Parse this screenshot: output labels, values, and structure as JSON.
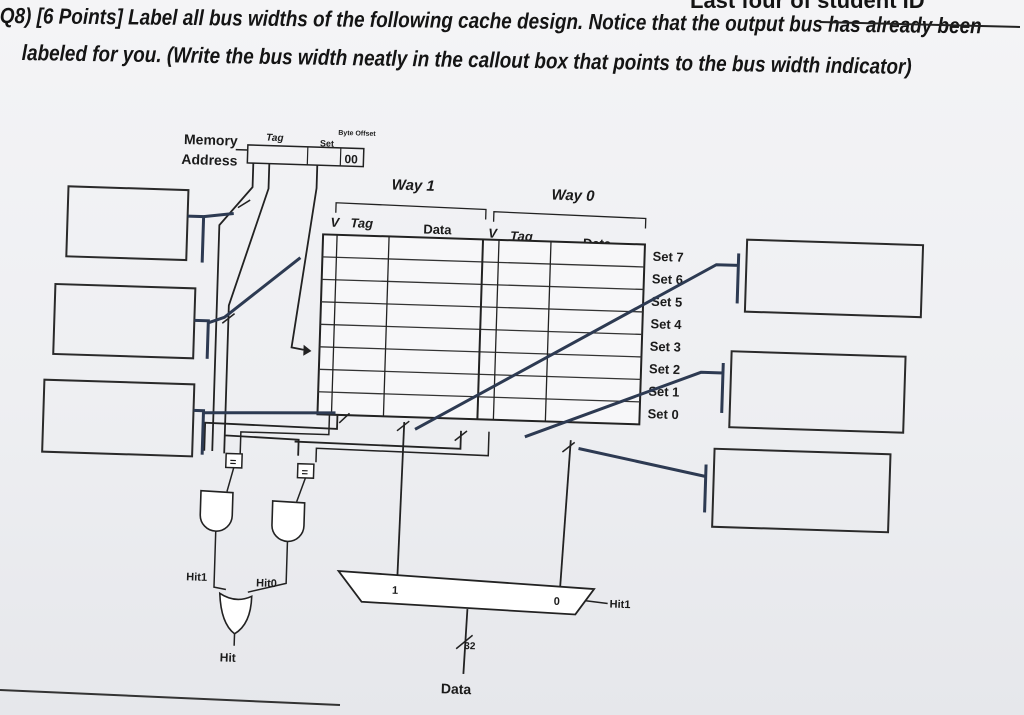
{
  "question": {
    "line1": "Q8) [6 Points] Label all bus widths of the following cache design. Notice that the output bus has already been",
    "line2": "labeled for you. (Write the bus width neatly in the callout box that points to the bus width indicator)",
    "student_id_label": "Last four of student ID"
  },
  "diagram": {
    "memory_address_label": "Memory Address",
    "memory_label": "Memory",
    "address_label": "Address",
    "tag_field": "Tag",
    "set_field": "Set",
    "byte_offset_field": "Byte Offset",
    "offset_value": "00",
    "way1": "Way 1",
    "way0": "Way 0",
    "v_label": "V",
    "tag_col": "Tag",
    "data_col": "Data",
    "sets": [
      "Set 7",
      "Set 6",
      "Set 5",
      "Set 4",
      "Set 3",
      "Set 2",
      "Set 1",
      "Set 0"
    ],
    "comparator_symbol": "=",
    "hit1": "Hit1",
    "hit0": "Hit0",
    "hit": "Hit",
    "mux_in1": "1",
    "mux_in0": "0",
    "mux_select": "Hit1",
    "output_width": "32",
    "output_label": "Data"
  }
}
